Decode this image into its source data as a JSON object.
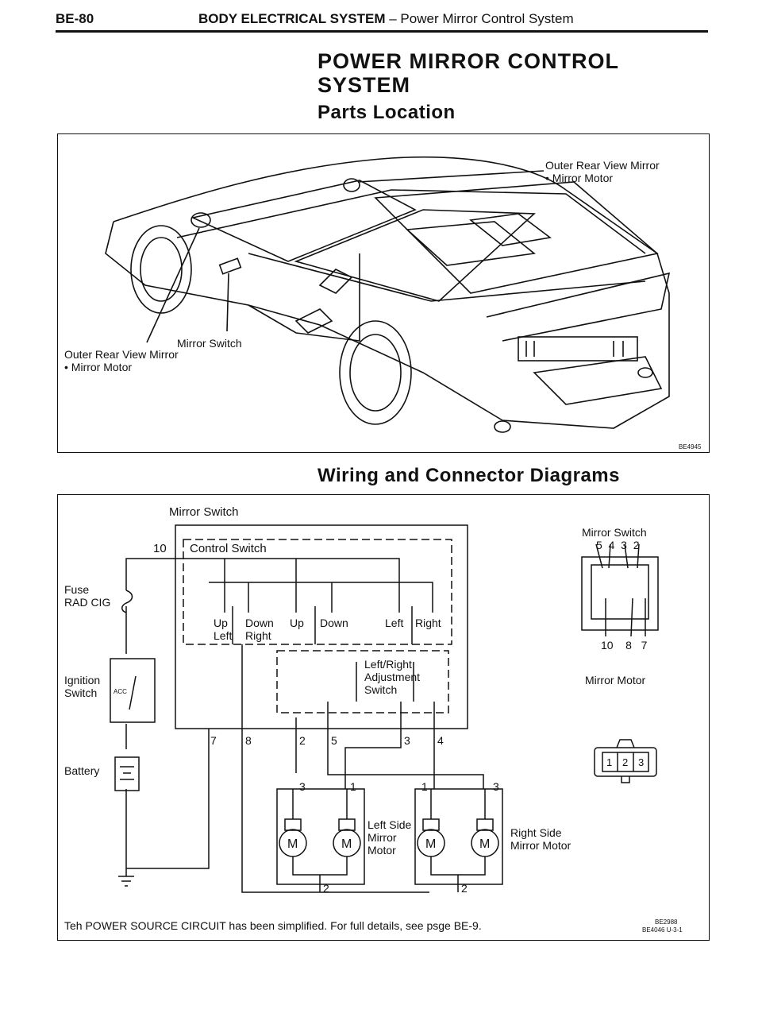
{
  "header": {
    "page_number": "BE-80",
    "section": "BODY ELECTRICAL SYSTEM",
    "subsection": "– Power Mirror Control System"
  },
  "title_line1": "POWER MIRROR CONTROL",
  "title_line2": "SYSTEM",
  "parts_location": {
    "heading": "Parts Location",
    "label_right_1": "Outer Rear View Mirror",
    "label_right_2": "• Mirror Motor",
    "label_left_1": "Outer Rear View Mirror",
    "label_left_2": "• Mirror Motor",
    "label_switch": "Mirror Switch",
    "code": "BE4945"
  },
  "wiring": {
    "heading": "Wiring and Connector Diagrams",
    "mirror_switch": "Mirror Switch",
    "control_switch": "Control Switch",
    "fuse": "Fuse",
    "rad_cig": "RAD CIG",
    "ignition": "Ignition",
    "switch": "Switch",
    "acc": "ACC",
    "battery": "Battery",
    "up": "Up",
    "down": "Down",
    "left": "Left",
    "right": "Right",
    "lr_adj_1": "Left/Right",
    "lr_adj_2": "Adjustment",
    "lr_adj_3": "Switch",
    "left_motor_1": "Left Side",
    "left_motor_2": "Mirror",
    "left_motor_3": "Motor",
    "right_motor_1": "Right Side",
    "right_motor_2": "Mirror Motor",
    "motor_m": "M",
    "terminals": {
      "t10": "10",
      "t7": "7",
      "t8": "8",
      "t2": "2",
      "t5": "5",
      "t3": "3",
      "t4": "4",
      "m3": "3",
      "m1": "1",
      "m2": "2"
    },
    "conn_switch_title": "Mirror Switch",
    "conn_switch_top": "5  4  3  2",
    "conn_switch_bottom": "10    8   7",
    "conn_motor_title": "Mirror Motor",
    "conn_motor_pins": [
      "1",
      "2",
      "3"
    ],
    "footnote": "Teh POWER SOURCE CIRCUIT has been simplified. For full details, see psge BE-9.",
    "code1": "BE2988",
    "code2": "BE4046 U-3-1"
  }
}
